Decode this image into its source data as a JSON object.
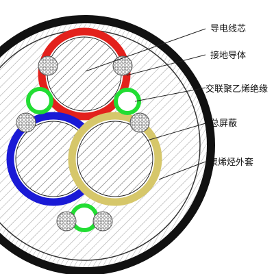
{
  "diagram": {
    "labels": [
      {
        "id": "conductor",
        "text": "导电线芯"
      },
      {
        "id": "ground",
        "text": "接地导体"
      },
      {
        "id": "insulation",
        "text": "交联聚乙烯绝缘"
      },
      {
        "id": "shield",
        "text": "总屏蔽"
      },
      {
        "id": "sheath",
        "text": "聚烯烃外套"
      }
    ],
    "colors": {
      "sheath": "#111111",
      "red_core": "#e3211c",
      "blue_core": "#1a1ad6",
      "yellow_core": "#d6c76a",
      "green_core": "#22dd33",
      "strand_wire": "#888888",
      "hatch": "#333333"
    }
  }
}
